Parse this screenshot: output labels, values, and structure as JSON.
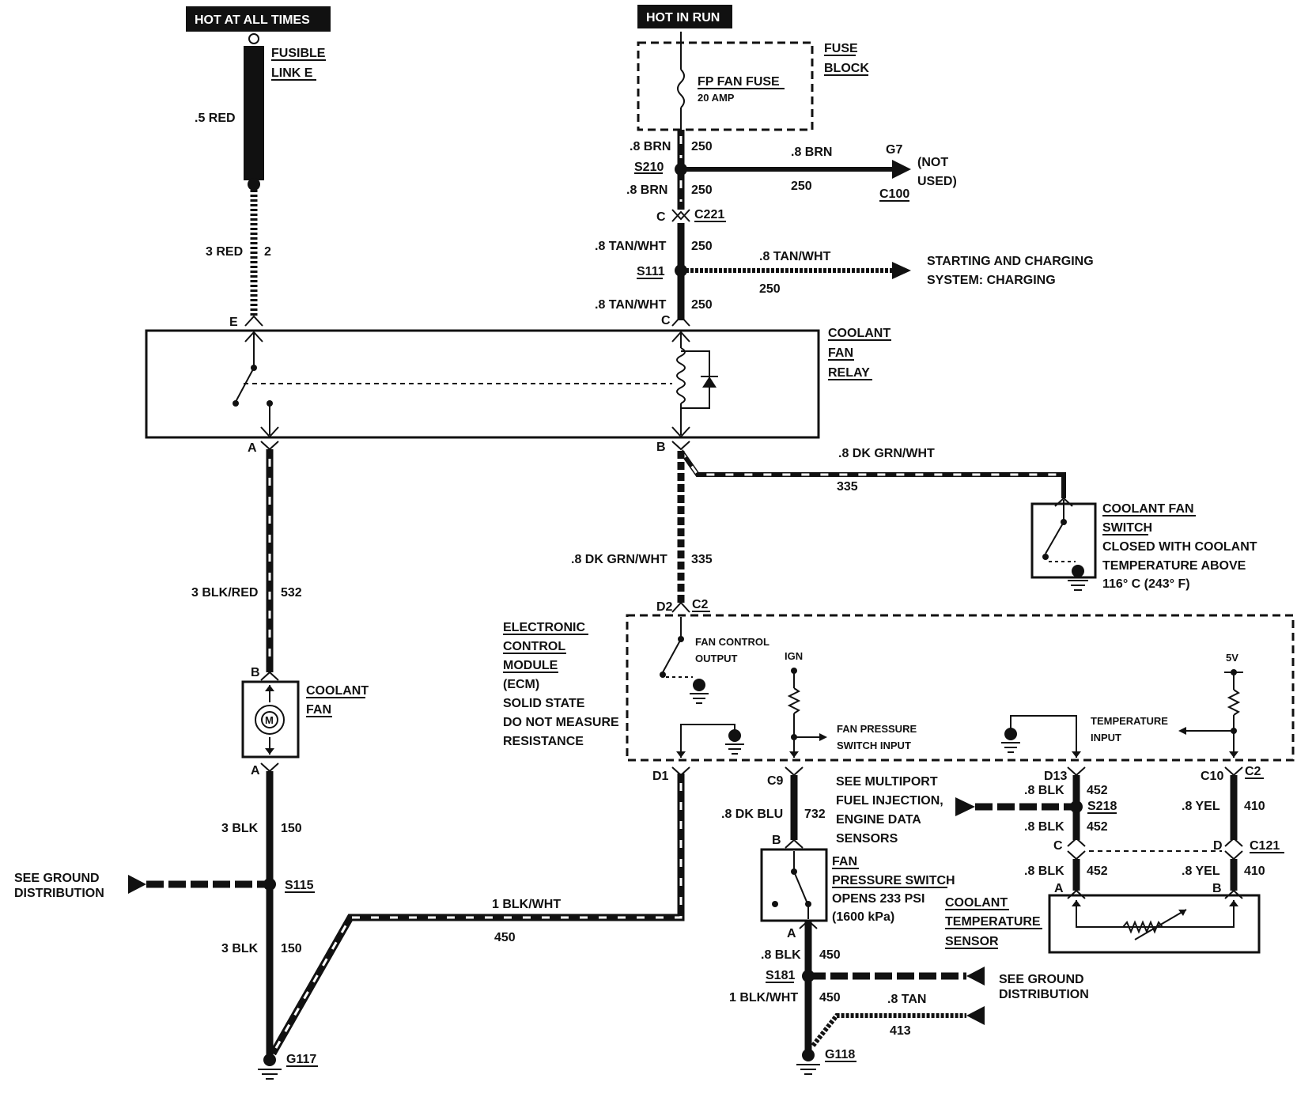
{
  "power": {
    "hot_all_times": "HOT AT ALL TIMES",
    "hot_in_run": "HOT IN RUN"
  },
  "fusible_link": {
    "line1": "FUSIBLE",
    "line2": "LINK E",
    "wire_top": ".5 RED",
    "wire_bottom": "3 RED",
    "circuit": "2",
    "terminal": "E"
  },
  "fuse_block": {
    "label1": "FUSE",
    "label2": "BLOCK",
    "fuse_name": "FP FAN FUSE",
    "fuse_rating": "20 AMP"
  },
  "splices": {
    "s210": "S210",
    "s111": "S111",
    "s115": "S115",
    "s181": "S181",
    "s218": "S218"
  },
  "wires": {
    "brn_08": ".8 BRN",
    "c250": "250",
    "tanwht_08": ".8 TAN/WHT",
    "dkgrnwht_08": ".8 DK GRN/WHT",
    "c335": "335",
    "blkred_3": "3 BLK/RED",
    "c532": "532",
    "blk_3": "3 BLK",
    "c150": "150",
    "blkwht_1": "1 BLK/WHT",
    "c450": "450",
    "dkblu_08": ".8 DK BLU",
    "c732": "732",
    "blk_08": ".8 BLK",
    "c452": "452",
    "yel_08": ".8 YEL",
    "c410": "410",
    "tan_08": ".8 TAN",
    "c413": "413"
  },
  "connectors": {
    "g7": "G7",
    "c100": "C100",
    "c221": "C221",
    "c": "C",
    "c2": "C2",
    "d2": "D2",
    "d1": "D1",
    "c9": "C9",
    "d13": "D13",
    "c10": "C10",
    "c121": "C121",
    "d": "D",
    "a": "A",
    "b": "B",
    "e": "E"
  },
  "notes": {
    "not_used1": "(NOT",
    "not_used2": "USED)",
    "charging1": "STARTING AND CHARGING",
    "charging2": "SYSTEM: CHARGING",
    "see_ground1": "SEE GROUND",
    "see_ground2": "DISTRIBUTION",
    "mpfi1": "SEE MULTIPORT",
    "mpfi2": "FUEL INJECTION,",
    "mpfi3": "ENGINE DATA",
    "mpfi4": "SENSORS"
  },
  "relay": {
    "l1": "COOLANT",
    "l2": "FAN",
    "l3": "RELAY"
  },
  "fan_switch": {
    "l1": "COOLANT FAN",
    "l2": "SWITCH",
    "l3": "CLOSED WITH COOLANT",
    "l4": "TEMPERATURE ABOVE",
    "l5": "116° C (243° F)"
  },
  "ecm": {
    "l1": "ELECTRONIC",
    "l2": "CONTROL",
    "l3": "MODULE",
    "l4": "(ECM)",
    "l5": "SOLID STATE",
    "l6": "DO NOT MEASURE",
    "l7": "RESISTANCE",
    "fan_ctrl1": "FAN CONTROL",
    "fan_ctrl2": "OUTPUT",
    "ign": "IGN",
    "fps_in1": "FAN PRESSURE",
    "fps_in2": "SWITCH INPUT",
    "temp_in1": "TEMPERATURE",
    "temp_in2": "INPUT",
    "v5": "5V"
  },
  "fan": {
    "l1": "COOLANT",
    "l2": "FAN",
    "motor": "M"
  },
  "pressure_switch": {
    "l1": "FAN",
    "l2": "PRESSURE SWITCH",
    "l3": "OPENS 233 PSI",
    "l4": "(1600 kPa)"
  },
  "temp_sensor": {
    "l1": "COOLANT",
    "l2": "TEMPERATURE",
    "l3": "SENSOR"
  },
  "grounds": {
    "g117": "G117",
    "g118": "G118"
  }
}
